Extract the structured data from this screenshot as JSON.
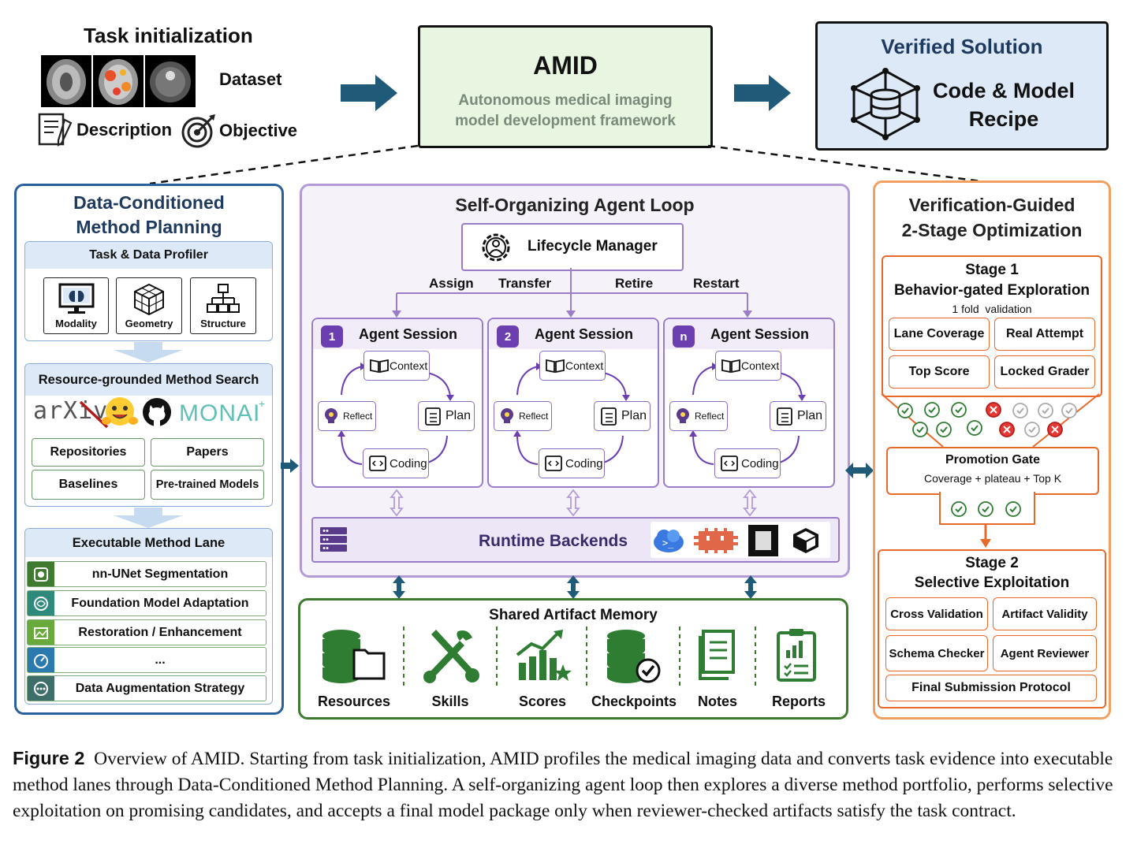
{
  "task_init": {
    "title": "Task initialization",
    "dataset": "Dataset",
    "description": "Description",
    "objective": "Objective"
  },
  "amid": {
    "title": "AMID",
    "subtitle_line1": "Autonomous medical imaging",
    "subtitle_line2": "model development framework"
  },
  "verified": {
    "title": "Verified Solution",
    "line1": "Code & Model",
    "line2": "Recipe"
  },
  "left_panel": {
    "title_line1": "Data-Conditioned",
    "title_line2": "Method Planning",
    "profiler": {
      "title": "Task & Data Profiler",
      "items": [
        "Modality",
        "Geometry",
        "Structure"
      ]
    },
    "search": {
      "title": "Resource-grounded Method Search",
      "logos": {
        "arxiv": "arXiv",
        "monai": "MONAI"
      },
      "items": [
        "Repositories",
        "Papers",
        "Baselines",
        "Pre-trained Models"
      ]
    },
    "lanes": {
      "title": "Executable Method Lane",
      "items": [
        "nn-UNet Segmentation",
        "Foundation Model Adaptation",
        "Restoration / Enhancement",
        "...",
        "Data Augmentation Strategy"
      ]
    }
  },
  "center_panel": {
    "title": "Self-Organizing Agent Loop",
    "lifecycle": "Lifecycle Manager",
    "actions": [
      "Assign",
      "Transfer",
      "Retire",
      "Restart"
    ],
    "session_title": "Agent Session",
    "sessions": [
      {
        "num": "1",
        "context": "Context",
        "plan": "Plan",
        "coding": "Coding",
        "reflect": "Reflect"
      },
      {
        "num": "2",
        "context": "Context",
        "plan": "Plan",
        "coding": "Coding",
        "reflect": "Reflect"
      },
      {
        "num": "n",
        "context": "Context",
        "plan": "Plan",
        "coding": "Coding",
        "reflect": "Reflect"
      }
    ],
    "runtime": "Runtime Backends"
  },
  "memory": {
    "title": "Shared Artifact Memory",
    "items": [
      "Resources",
      "Skills",
      "Scores",
      "Checkpoints",
      "Notes",
      "Reports"
    ]
  },
  "right_panel": {
    "title_line1": "Verification-Guided",
    "title_line2": "2-Stage Optimization",
    "stage1": {
      "title_line1": "Stage 1",
      "title_line2": "Behavior-gated Exploration",
      "note": "1 fold  validation",
      "items": [
        "Lane Coverage",
        "Real Attempt",
        "Top Score",
        "Locked Grader"
      ]
    },
    "gate": {
      "title": "Promotion Gate",
      "desc": "Coverage + plateau + Top K"
    },
    "stage2": {
      "title_line1": "Stage 2",
      "title_line2": "Selective Exploitation",
      "items": [
        "Cross Validation",
        "Artifact Validity",
        "Schema Checker",
        "Agent Reviewer"
      ],
      "final": "Final Submission Protocol"
    }
  },
  "caption": {
    "label": "Figure 2",
    "text": "Overview of AMID. Starting from task initialization, AMID profiles the medical imaging data and converts task evidence into executable method lanes through Data-Conditioned Method Planning. A self-organizing agent loop then explores a diverse method portfolio, performs selective exploitation on promising candidates, and accepts a final model package only when reviewer-checked artifacts satisfy the task contract."
  },
  "colors": {
    "blue": "#2a5f9e",
    "purple": "#9b7cc9",
    "green": "#3f7a2f",
    "orange": "#f0a060",
    "teal_arrow": "#1f5a78",
    "icon_green": "#2e7d32"
  }
}
